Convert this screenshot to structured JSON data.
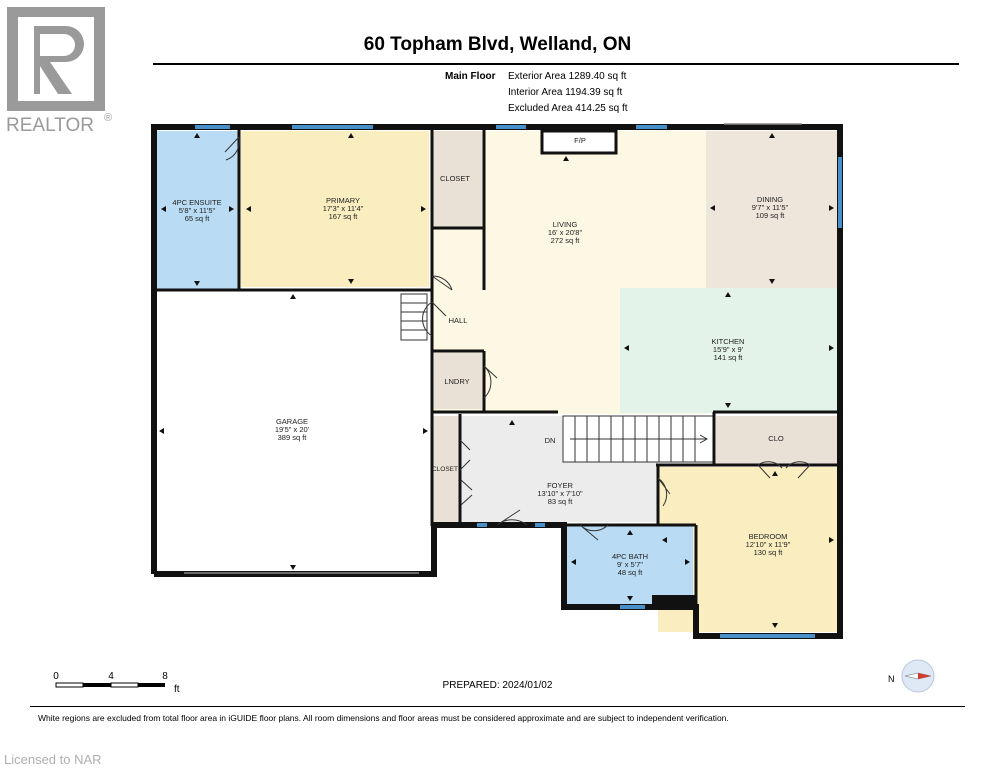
{
  "watermark": {
    "brand": "REALTOR",
    "registered_mark": "®",
    "licensed_text": "Licensed to NAR"
  },
  "header": {
    "title": "60 Topham Blvd, Welland, ON",
    "floor_name": "Main Floor",
    "exterior_area": "Exterior Area 1289.40 sq ft",
    "interior_area": "Interior Area 1194.39 sq ft",
    "excluded_area": "Excluded Area 414.25 sq ft"
  },
  "colors": {
    "wall": "#111111",
    "window": "#4a90c8",
    "primary": "#faeec0",
    "ensuite": "#b9dcf4",
    "living": "#fcf8e3",
    "dining": "#eee6da",
    "kitchen": "#e3f3ea",
    "foyer": "#ececec",
    "utility": "#e9e0d6",
    "bedroom": "#faeec0",
    "bath": "#b9dcf4",
    "garage": "#ffffff"
  },
  "rooms": {
    "ensuite": {
      "name": "4PC ENSUITE",
      "dims": "5'8\" x 11'5\"",
      "area": "65 sq ft"
    },
    "primary": {
      "name": "PRIMARY",
      "dims": "17'3\" x 11'4\"",
      "area": "167 sq ft"
    },
    "closet_top": {
      "name": "CLOSET"
    },
    "living": {
      "name": "LIVING",
      "dims": "16' x 20'8\"",
      "area": "272 sq ft"
    },
    "fireplace": {
      "name": "F/P"
    },
    "dining": {
      "name": "DINING",
      "dims": "9'7\" x 11'5\"",
      "area": "109 sq ft"
    },
    "kitchen": {
      "name": "KITCHEN",
      "dims": "15'9\" x 9'",
      "area": "141 sq ft"
    },
    "hall": {
      "name": "HALL"
    },
    "laundry": {
      "name": "LNDRY"
    },
    "garage": {
      "name": "GARAGE",
      "dims": "19'5\" x 20'",
      "area": "389 sq ft"
    },
    "closet_foyer": {
      "name": "CLOSET"
    },
    "stairs": {
      "label": "DN"
    },
    "foyer": {
      "name": "FOYER",
      "dims": "13'10\" x 7'10\"",
      "area": "83 sq ft"
    },
    "clo": {
      "name": "CLO"
    },
    "bedroom": {
      "name": "BEDROOM",
      "dims": "12'10\" x 11'9\"",
      "area": "130 sq ft"
    },
    "bath": {
      "name": "4PC BATH",
      "dims": "9' x 5'7\"",
      "area": "48 sq ft"
    }
  },
  "scale_bar": {
    "ticks": [
      "0",
      "4",
      "8"
    ],
    "unit": "ft"
  },
  "compass": {
    "label": "N"
  },
  "footer": {
    "prepared": "PREPARED: 2024/01/02",
    "disclaimer": "White regions are excluded from total floor area in iGUIDE floor plans. All room dimensions and floor areas must be considered approximate and are subject to independent verification."
  }
}
